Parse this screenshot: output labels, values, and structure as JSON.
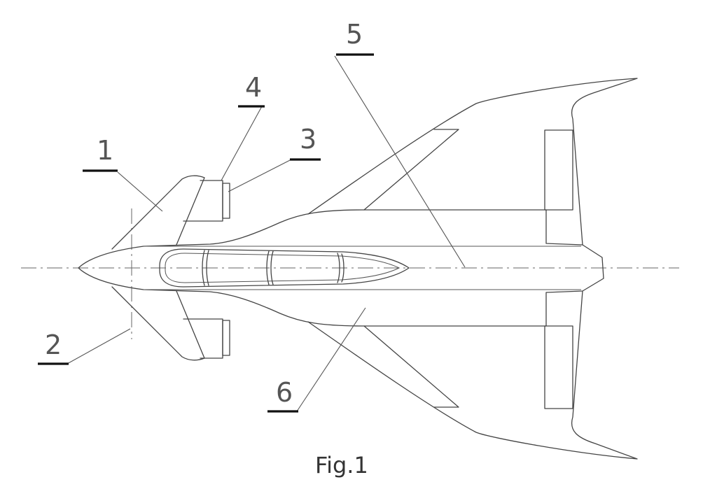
{
  "figure": {
    "caption": "Fig.1",
    "reference_numerals": [
      "1",
      "2",
      "3",
      "4",
      "5",
      "6"
    ]
  }
}
